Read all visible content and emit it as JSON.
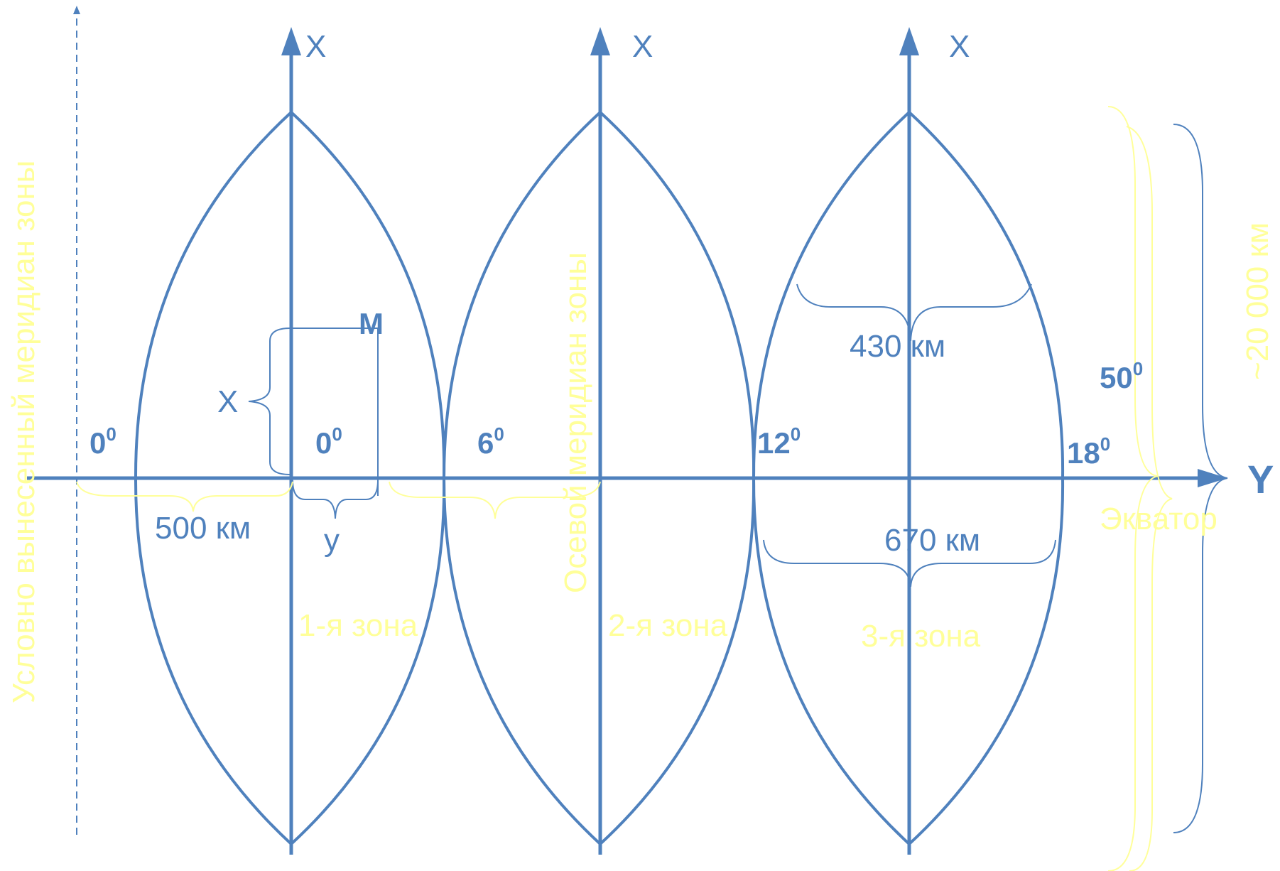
{
  "colors": {
    "axis": "#4f81bd",
    "text": "#4f81bd",
    "highlight": "#ffff99",
    "background": "#ffffff"
  },
  "axes": {
    "x_label_1": "X",
    "x_label_2": "X",
    "x_label_3": "X",
    "y_label": "Y"
  },
  "meridians": {
    "left_edge": "0",
    "zone1_axis": "0",
    "zone1_2_border": "6",
    "zone2_3_border": "12",
    "zone3_edge": "18",
    "latitude": "50",
    "degree_sign": "0"
  },
  "point": {
    "name": "M",
    "x_label": "X",
    "y_label": "y"
  },
  "distances": {
    "offset": "500 км",
    "width_50": "430 км",
    "width_equator": "670 км",
    "meridian_length": "~20 000 км"
  },
  "notes": {
    "false_meridian": "Условно вынесенный меридиан зоны",
    "axial_meridian": "Осевой меридиан зоны",
    "equator": "Экватор",
    "zone1": "1-я зона",
    "zone2": "2-я зона",
    "zone3": "3-я зона"
  }
}
